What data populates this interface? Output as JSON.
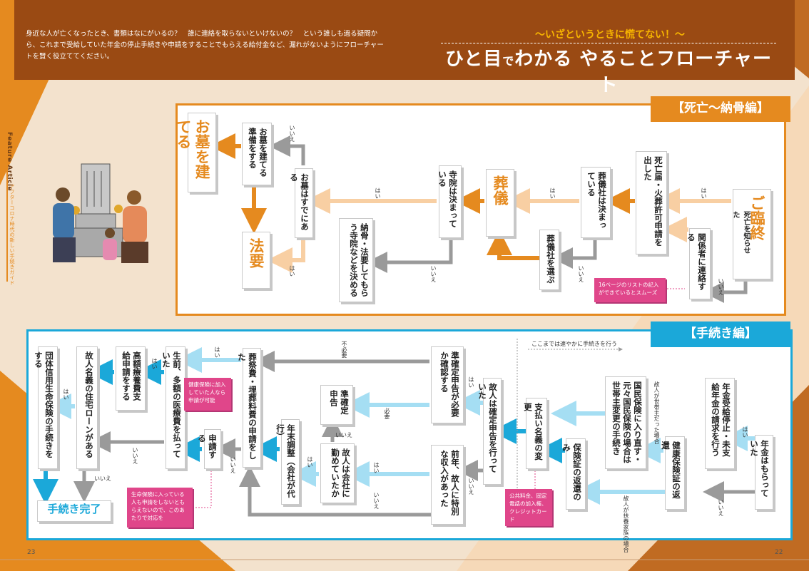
{
  "header": {
    "intro": "身近な人が亡くなったとき、書類はなにがいるの？　誰に連絡を取らないといけないの？　という誰しも過る疑問から、これまで受給していた年金の停止手続きや申請をすることでもらえる給付金など、漏れがないようにフローチャートを賢く役立ててください。",
    "subtitle": "〜いざというときに慌てない！〜",
    "title_a": "ひと目",
    "title_small": "で",
    "title_b": "わかる やることフローチャート"
  },
  "side": {
    "feature": "Feature Article",
    "sub": "アフターコロナ時代の新しい手続きガイド"
  },
  "pages": {
    "left": "23",
    "right": "22"
  },
  "death_section": {
    "title": "【死亡〜納骨編】",
    "boxes": {
      "start": "ご臨終",
      "notify": "死亡を知らせた",
      "contact_relatives": "関係者に連絡する",
      "death_cert": "死亡届・火葬許可申請を出した",
      "funeral_decided": "葬儀社は決まっている",
      "choose_funeral": "葬儀社を選ぶ",
      "funeral": "葬儀",
      "temple_decided": "寺院は決まっている",
      "interment": "納骨・法要してもらう寺院などを決める",
      "grave_exists": "お墓はすでにある",
      "prepare_grave": "お墓を建てる準備をする",
      "build_grave": "お墓を建てる",
      "memorial": "法要"
    },
    "note": "16ページのリストの記入ができているとスムーズ",
    "labels": {
      "yes": "はい",
      "no": "いいえ"
    }
  },
  "proc_section": {
    "title": "【手続き編】",
    "boxes": {
      "pension_received": "年金はもらっていた",
      "pension_stop": "年金受給停止・未支給年金の請求を行う",
      "insurance_return": "健康保険証の返還",
      "nhi_change": "国民保険に入り直す・元々国民保険の場合は世帯主変更の手続き",
      "card_return_only": "保険証の返還のみ",
      "name_change": "支払い名義の変更",
      "tax_return_done": "故人は確定申告を行っていた",
      "quasi_needed": "準確定申告が必要か確認する",
      "special_income": "前年、故人に特別な収入があった",
      "quasi_return": "準確定申告",
      "employed": "故人は会社に勤めていたか",
      "year_end": "年末調整（会社が代行）",
      "funeral_cost": "葬祭費・埋葬料費の申請をした",
      "apply": "申請する",
      "medical_paid": "生前、多額の医療費を払っていた",
      "high_cost": "高額療養費支給申請をする",
      "mortgage": "故人名義の住宅ローンがある",
      "group_life": "団体信用生命保険の手続きをする",
      "done": "手続き完了"
    },
    "labels": {
      "yes": "はい",
      "no": "いいえ",
      "needed": "必要",
      "not_needed": "不必要",
      "quick_note": "ここまでは速やかに手続きを行う",
      "head_of_household": "故人が世帯主だった場合",
      "dependent": "故人が扶養家族の場合"
    },
    "notes": {
      "health_ins": "健康保険に加入していた人なら申請が可能",
      "utilities": "公共料金、固定電話の加入権、クレジットカード",
      "life_ins": "生命保険に入っている人も申請をしないともらえないので、このあたりで対応を"
    }
  },
  "colors": {
    "orange": "#e58a1f",
    "light_orange": "#f8cfa3",
    "cyan": "#1ba8d9",
    "light_cyan": "#a5def3",
    "gray": "#9a9a9a",
    "brown": "#9a4a13",
    "pink": "#e0468a"
  }
}
